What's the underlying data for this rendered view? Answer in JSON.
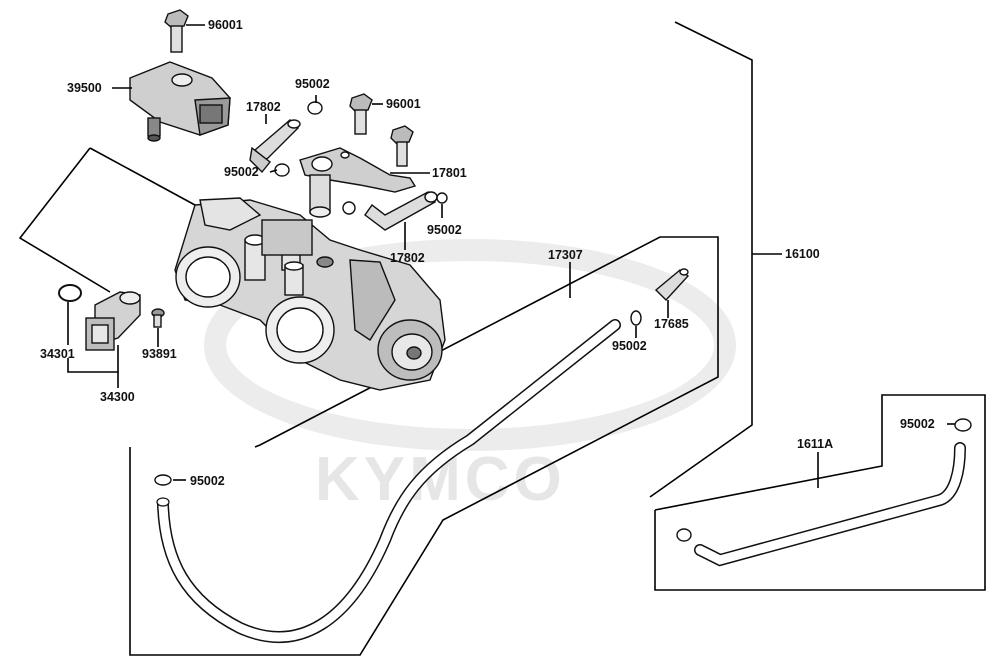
{
  "watermark": "KYMCO",
  "labels": {
    "p96001a": "96001",
    "p39500": "39500",
    "p95002a": "95002",
    "p96001b": "96001",
    "p17802a": "17802",
    "p95002b": "95002",
    "p17801": "17801",
    "p95002c": "95002",
    "p17802b": "17802",
    "p17307": "17307",
    "p16100": "16100",
    "p17685": "17685",
    "p95002d": "95002",
    "p34301": "34301",
    "p93891": "93891",
    "p34300": "34300",
    "p95002e": "95002",
    "p95002f": "95002",
    "p1611A": "1611A"
  }
}
